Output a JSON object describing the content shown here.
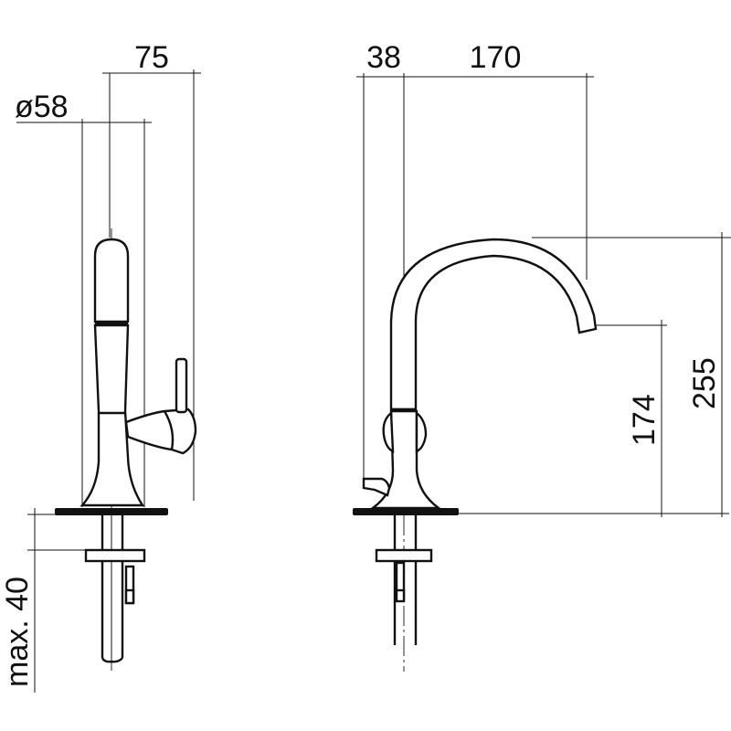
{
  "dimensions": {
    "side_width": "75",
    "diameter": "ø58",
    "mount_depth": "max. 40",
    "front_offset": "38",
    "projection": "170",
    "spout_height": "174",
    "total_height": "255"
  }
}
